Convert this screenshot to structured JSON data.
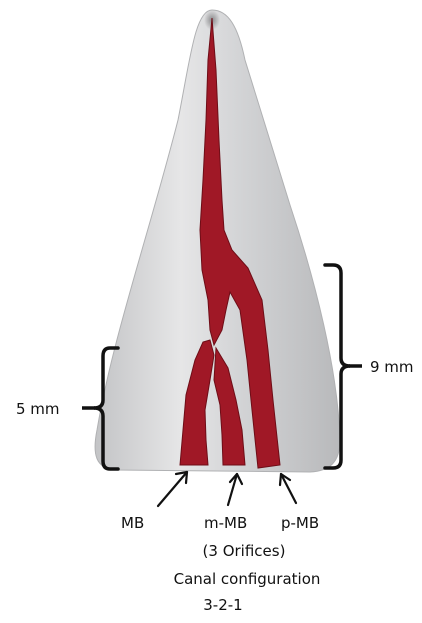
{
  "labels": {
    "left_measure": "5 mm",
    "right_measure": "9 mm",
    "canal_mb": "MB",
    "canal_mmb": "m-MB",
    "canal_pmb": "p-MB",
    "orifices": "(3 Orifices)",
    "configuration_title": "Canal configuration",
    "configuration_value": "3-2-1"
  },
  "colors": {
    "root": "#c8c9cb",
    "root_highlight": "#ebebec",
    "canal": "#a01826",
    "canal_edge": "#6e0d17",
    "annotation": "#111111"
  }
}
